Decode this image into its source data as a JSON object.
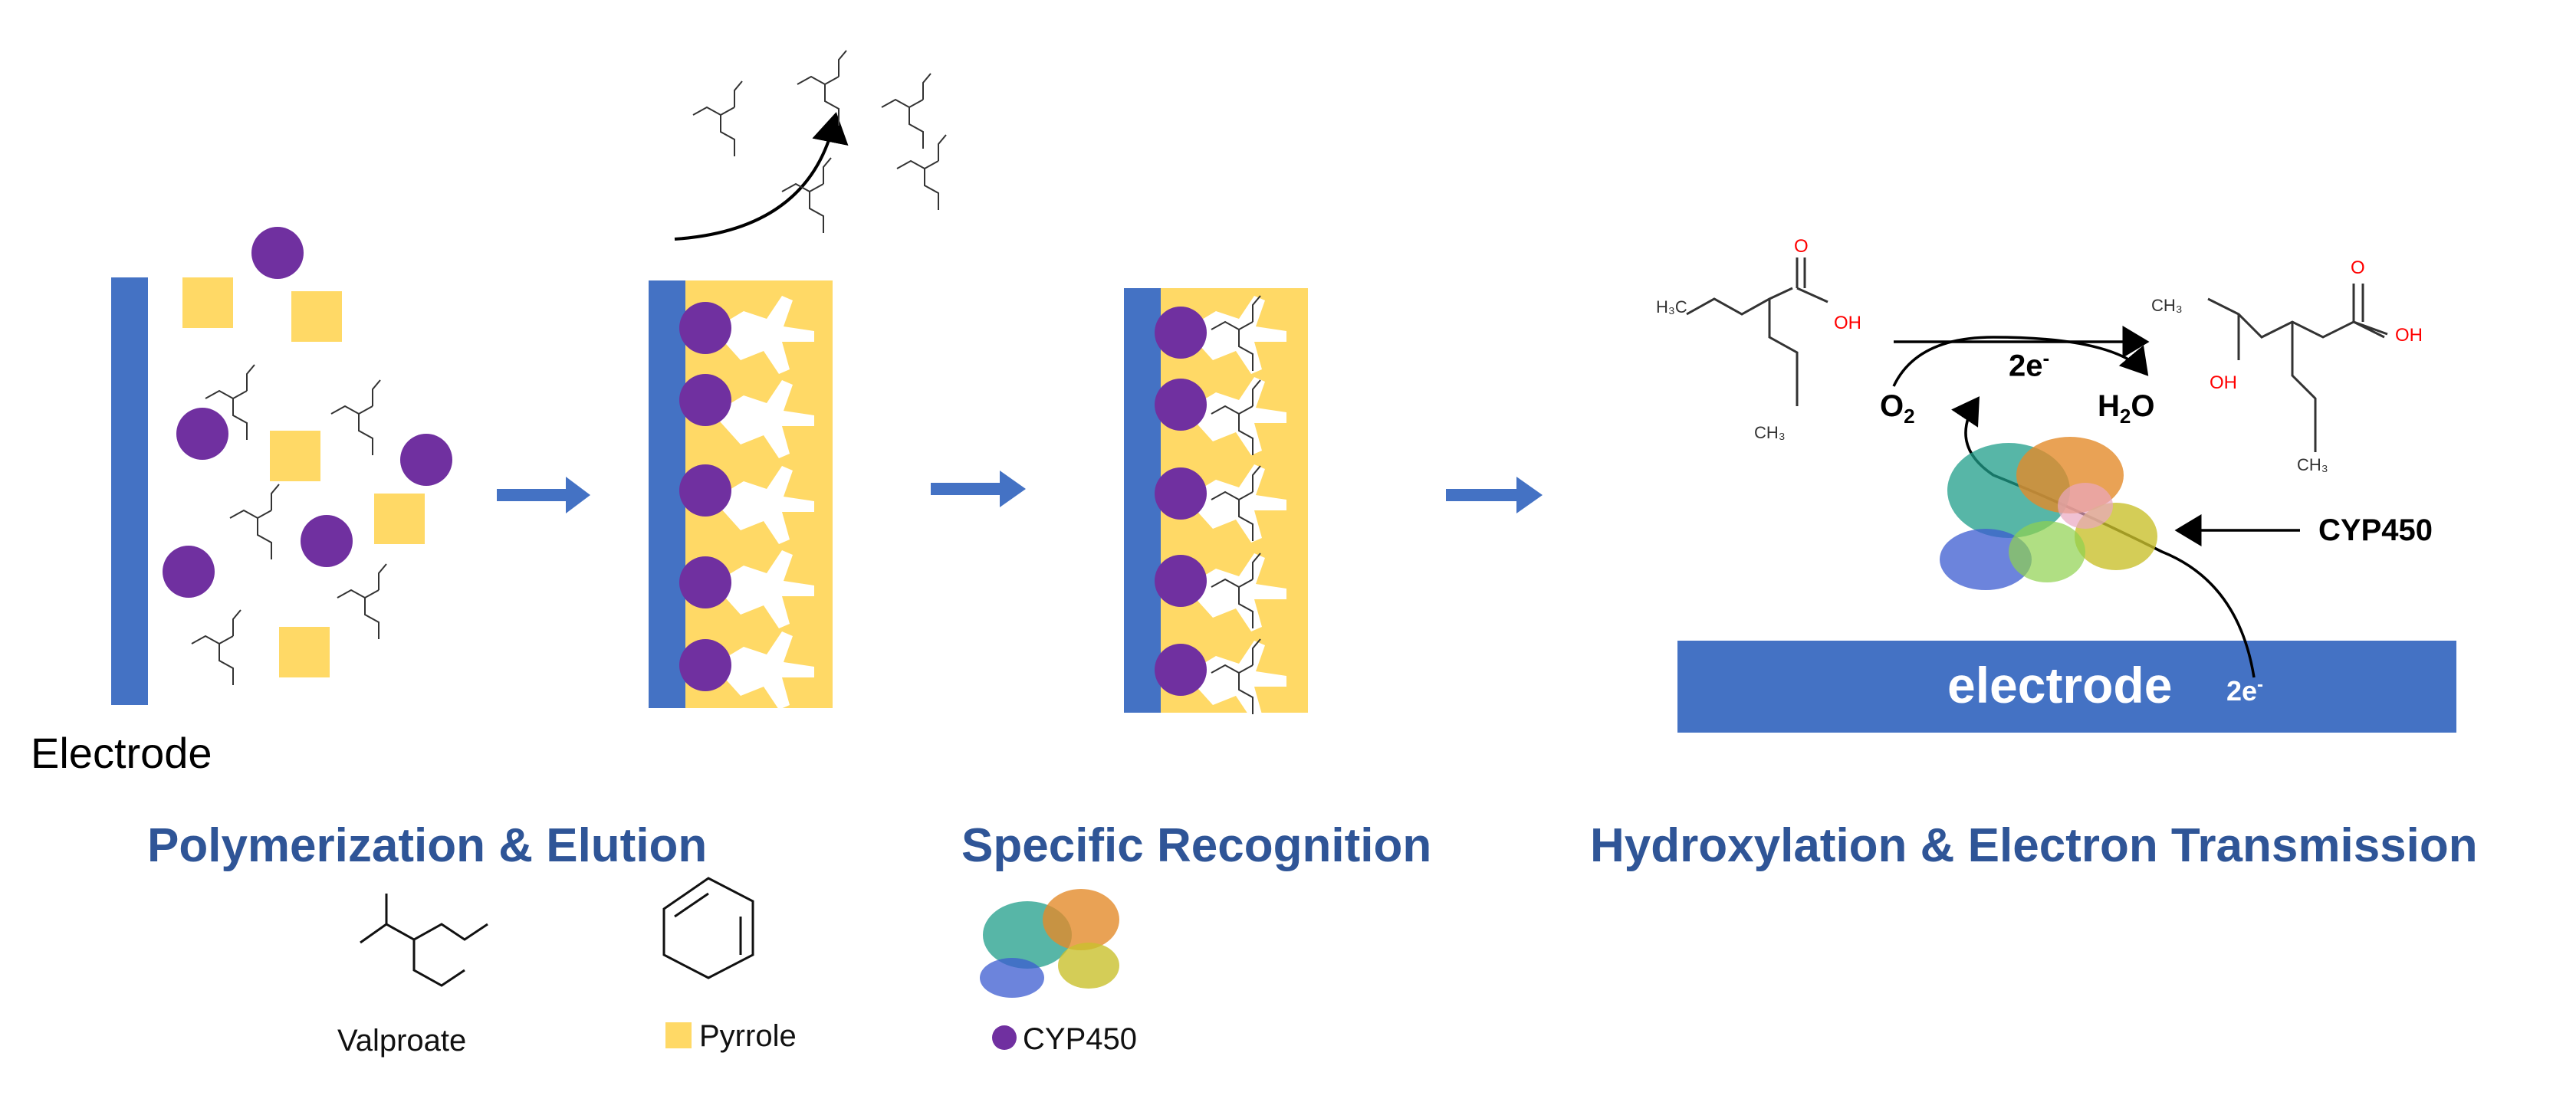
{
  "labels": {
    "electrode": "Electrode",
    "electrode_bar": "electrode",
    "electrons_bar": "2e",
    "electrons_bar_sup": "-",
    "electrons_top": "2e",
    "electrons_top_sup": "-",
    "oxygen": "O",
    "oxygen_sub": "2",
    "water_h": "H",
    "water_sub": "2",
    "water_o": "O",
    "enzyme_pointer": "CYP450"
  },
  "steps": [
    {
      "title": "Polymerization & Elution"
    },
    {
      "title": "Specific Recognition"
    },
    {
      "title": "Hydroxylation & Electron Transmission"
    }
  ],
  "legend": {
    "valproate": "Valproate",
    "pyrrole": "Pyrrole",
    "cyp450": "CYP450"
  },
  "molecule_text": {
    "h3c": "H₃C",
    "ch3": "CH₃",
    "oh": "OH",
    "o": "O",
    "hydroxy_oh": "OH"
  },
  "colors": {
    "electrode_blue": "#4472c4",
    "polymer_yellow": "#ffd966",
    "cyp_purple": "#7030a0",
    "title_blue": "#2f5597",
    "arrow_blue": "#4472c4",
    "oxygen_red": "#ff0000"
  }
}
